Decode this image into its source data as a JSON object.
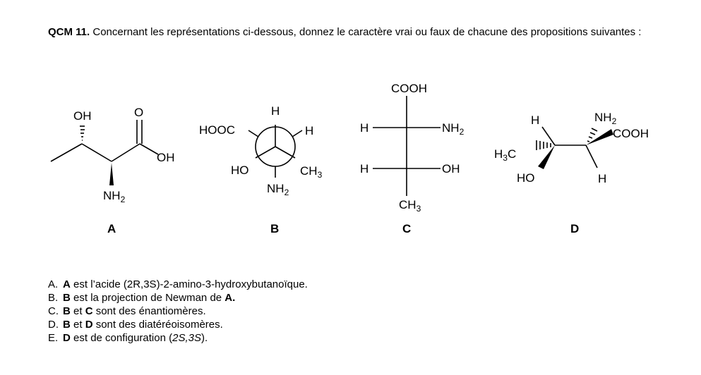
{
  "question": {
    "number": "QCM 11.",
    "text": "Concernant les représentations ci-dessous, donnez le caractère vrai ou faux de chacune des propositions suivantes :"
  },
  "figures": {
    "A": {
      "label": "A",
      "oh": "OH",
      "o": "O",
      "oh2": "OH",
      "nh": "NH",
      "nh_sub": "2"
    },
    "B": {
      "label": "B",
      "h_top": "H",
      "hooc": "HOOC",
      "h_right": "H",
      "ho": "HO",
      "ch": "CH",
      "ch_sub": "3",
      "nh": "NH",
      "nh_sub": "2"
    },
    "C": {
      "label": "C",
      "cooh": "COOH",
      "h1": "H",
      "nh": "NH",
      "nh_sub": "2",
      "h2": "H",
      "oh": "OH",
      "ch": "CH",
      "ch_sub": "3"
    },
    "D": {
      "label": "D",
      "h1": "H",
      "nh": "NH",
      "nh_sub": "2",
      "cooh": "COOH",
      "h3c_pre": "H",
      "h3c_sub": "3",
      "h3c_post": "C",
      "ho": "HO",
      "h2": "H"
    }
  },
  "propositions": [
    {
      "letter": "A.",
      "subject": "A",
      "text": " est l’acide (2R,3S)-2-amino-3-hydroxybutanoïque."
    },
    {
      "letter": "B.",
      "subject": "B",
      "text": " est la projection de Newman de ",
      "object": "A",
      "end": "."
    },
    {
      "letter": "C.",
      "subject": "B",
      "text": " et ",
      "object": "C",
      "end": " sont des énantiomères."
    },
    {
      "letter": "D.",
      "subject": "B",
      "text": " et ",
      "object": "D",
      "end": " sont des diatéréoisomères."
    },
    {
      "letter": "E.",
      "subject": "D",
      "text": " est de configuration (",
      "italic": "2S,3S",
      "end": ")."
    }
  ]
}
